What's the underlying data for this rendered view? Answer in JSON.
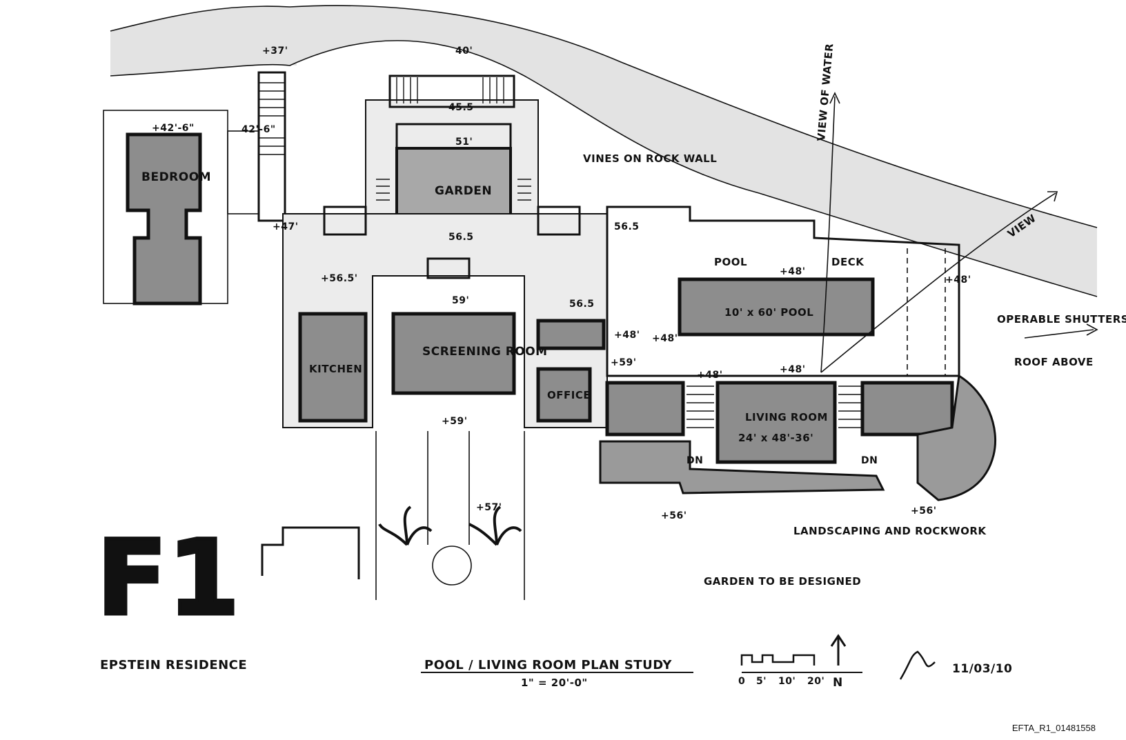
{
  "sheet": {
    "sheet_number": "F1",
    "project": "EPSTEIN RESIDENCE",
    "plan_title": "POOL / LIVING ROOM PLAN STUDY",
    "scale_note": "1\" = 20'-0\"",
    "scale_bar": {
      "ticks": [
        "0",
        "5'",
        "10'",
        "20'"
      ]
    },
    "north_label": "N",
    "signature_date": "11/03/10",
    "document_id": "EFTA_R1_01481558"
  },
  "rooms": {
    "bedroom": "BEDROOM",
    "garden": "GARDEN",
    "screening_room": "SCREENING ROOM",
    "kitchen": "KITCHEN",
    "office": "OFFICE",
    "pool": "10' x 60' POOL",
    "living_room": "LIVING ROOM",
    "living_room_dims": "24' x 48'-36'"
  },
  "annotations": {
    "pool_deck_left": "POOL",
    "pool_deck_right": "DECK",
    "vines": "VINES ON ROCK WALL",
    "view_of_water": "VIEW OF WATER",
    "view": "VIEW",
    "shutters": "OPERABLE SHUTTERS",
    "roof": "ROOF ABOVE",
    "landscaping": "LANDSCAPING AND ROCKWORK",
    "garden_note": "GARDEN TO BE DESIGNED",
    "dn_left": "DN",
    "dn_right": "DN"
  },
  "elevations": {
    "e37": "+37'",
    "e40": "40'",
    "e45_5": "45.5",
    "e51": "51'",
    "e42_6a": "+42'-6\"",
    "e42_6b": "42'-6\"",
    "e47": "+47'",
    "e56_5_garden": "56.5",
    "e56_5_right": "56.5",
    "e56_5_left": "+56.5'",
    "e56_5_stair": "56.5",
    "e59_top": "59'",
    "e59_bottom": "+59'",
    "e59_right": "+59'",
    "e48_pool": "+48'",
    "e48_a": "+48'",
    "e48_b": "+48'",
    "e48_c": "+48'",
    "e48_d": "+48'",
    "e48_e": "+48'",
    "e57": "+57'",
    "e56_left": "+56'",
    "e56_right": "+56'"
  },
  "colors": {
    "ink": "#111111",
    "room_fill": "#8d8d8d",
    "terrace_fill": "#ececec",
    "water_fill": "#e3e3e3"
  }
}
